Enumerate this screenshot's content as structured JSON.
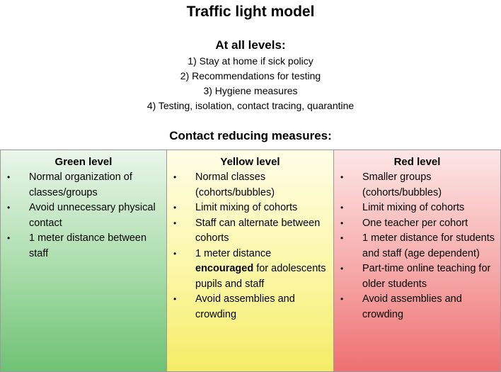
{
  "title": "Traffic light model",
  "all_levels": {
    "heading": "At all levels:",
    "items": [
      "1) Stay at home if sick policy",
      "2) Recommendations for testing",
      "3) Hygiene measures",
      "4) Testing, isolation, contact tracing, quarantine"
    ]
  },
  "contact_heading": "Contact reducing measures:",
  "levels": {
    "green": {
      "title": "Green level",
      "color": "#a7dca8",
      "items": [
        "Normal organization of classes/groups",
        "Avoid unnecessary physical contact",
        "1 meter distance between staff"
      ]
    },
    "yellow": {
      "title": "Yellow level",
      "color": "#fcf7a6",
      "items": [
        "Normal classes (cohorts/bubbles)",
        "Limit mixing of cohorts",
        "Staff can alternate between cohorts",
        {
          "before": "1 meter distance",
          "bold": "encouraged",
          "after": "for adolescents pupils and staff"
        },
        "Avoid assemblies and crowding"
      ]
    },
    "red": {
      "title": "Red level",
      "color": "#f6a8a8",
      "items": [
        "Smaller groups (cohorts/bubbles)",
        "Limit mixing of cohorts",
        "One teacher per cohort",
        "1 meter distance for students and staff (age dependent)",
        "Part-time online teaching for older students",
        "Avoid assemblies and crowding"
      ]
    }
  }
}
